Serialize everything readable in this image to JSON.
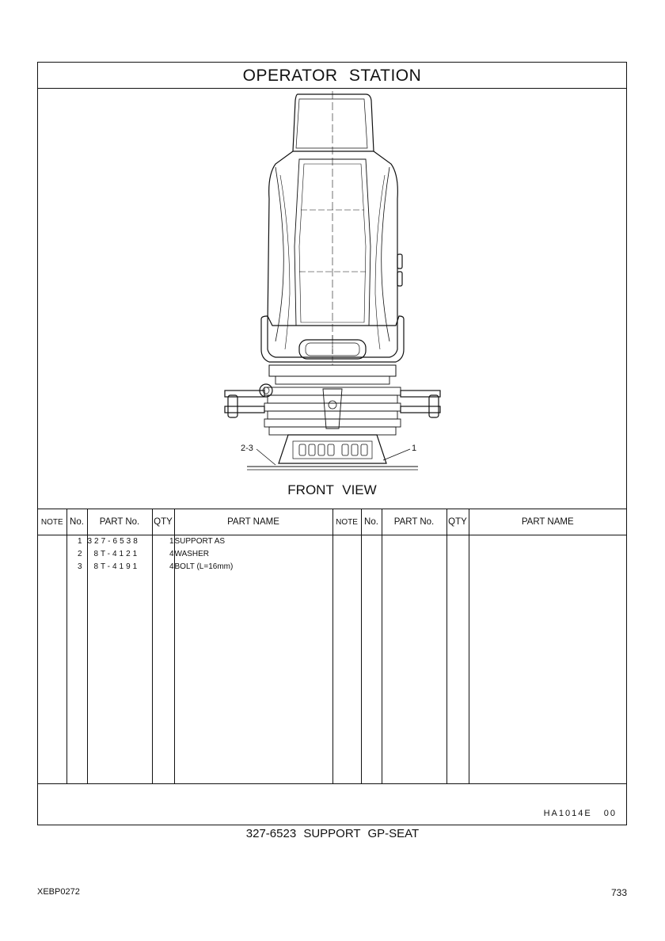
{
  "page": {
    "title": "OPERATOR  STATION",
    "view_label": "FRONT  VIEW",
    "callouts": {
      "left": "2-3",
      "right": "1"
    },
    "table_headers": {
      "note": "NOTE",
      "no": "No.",
      "part_no": "PART No.",
      "qty": "QTY",
      "part_name": "PART NAME"
    },
    "parts": [
      {
        "no": "1",
        "part_no": "327-6538",
        "qty": "1",
        "name": "SUPPORT  AS"
      },
      {
        "no": "2",
        "part_no": "8T-4121",
        "qty": "4",
        "name": "WASHER"
      },
      {
        "no": "3",
        "part_no": "8T-4191",
        "qty": "4",
        "name": "BOLT (L=16mm)"
      }
    ],
    "drawing_code": "HA1014E   00",
    "caption": "327-6523  SUPPORT  GP-SEAT",
    "doc_id": "XEBP0272",
    "page_number": "733"
  }
}
